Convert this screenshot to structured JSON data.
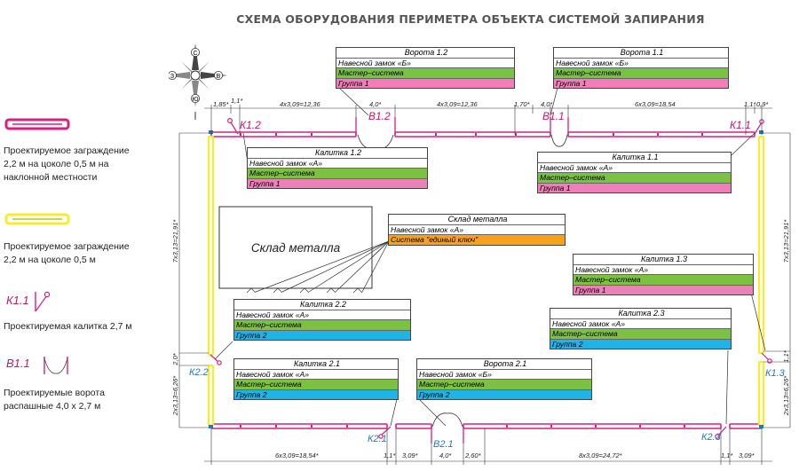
{
  "title": "СХЕМА ОБОРУДОВАНИЯ ПЕРИМЕТРА ОБЪЕКТА СИСТЕМОЙ ЗАПИРАНИЯ",
  "colors": {
    "fence_main": "#d6217f",
    "fence_slope": "#f5ee2b",
    "green": "#7cc242",
    "pink": "#ee7fb7",
    "blue": "#1fb3e8",
    "orange": "#f7a21b",
    "label": "#c2186f",
    "gate_label": "#2377b9"
  },
  "legend": {
    "fence1": "Проектируемое заграждение 2,2 м на цоколе 0,5 м на наклонной местности",
    "fence2": "Проектируемое заграждение 2,2 м на цоколе 0,5 м",
    "wicket_code": "К1.1",
    "wicket": "Проектируемая калитка 2,7 м",
    "gate_code": "В1.1",
    "gate": "Проектируемые ворота распашные 4,0 х 2,7 м"
  },
  "compass": {
    "n": "С",
    "e": "В",
    "s": "Ю",
    "w": "З"
  },
  "building": "Склад металла",
  "fence_labels": {
    "k12": "К1.2",
    "b12": "В1.2",
    "b11": "В1.1",
    "k11": "К1.1",
    "k22": "К2.2",
    "k13": "К1.3",
    "k21": "К2.1",
    "b21": "В2.1",
    "k23": "К2.3"
  },
  "dims": {
    "t1": "1,85*",
    "t2": "1,1*",
    "t3": "4х3,09=12,36",
    "t4": "4,0*",
    "t5": "4х3,09=12,36",
    "t6": "1,70*",
    "t7": "4,0*",
    "t8": "6х3,09=18,54",
    "t9": "1,1*",
    "t10": "0,9*",
    "b1": "6х3,09=18,54*",
    "b2": "1,1*",
    "b3": "3,09*",
    "b4": "4,0*",
    "b5": "2,60*",
    "b6": "8х3,09=24,72*",
    "b7": "1,1*",
    "b8": "3,09*",
    "l1": "7х3,13=21,91*",
    "l2": "2,0*",
    "l3": "2х3,13=6,26*",
    "r1": "7х3,13=21,91*",
    "r2": "1,1*",
    "r3": "2х3,13=6,26*"
  },
  "tables": {
    "vorota12": {
      "title": "Ворота 1.2",
      "lock": "Навесной замок «Б»",
      "sys": "Мастер–система",
      "group": "Группа 1"
    },
    "vorota11": {
      "title": "Ворота 1.1",
      "lock": "Навесной замок «Б»",
      "sys": "Мастер–система",
      "group": "Группа 1"
    },
    "kalitka12": {
      "title": "Калитка 1.2",
      "lock": "Навесной замок «А»",
      "sys": "Мастер–система",
      "group": "Группа 1"
    },
    "kalitka11": {
      "title": "Калитка 1.1",
      "lock": "Навесной замок «А»",
      "sys": "Мастер–система",
      "group": "Группа 1"
    },
    "sklad": {
      "title": "Склад металла",
      "lock": "Навесной замок «А»",
      "sys": "Система \"единый ключ\""
    },
    "kalitka13": {
      "title": "Калитка 1.3",
      "lock": "Навесной замок «А»",
      "sys": "Мастер–система",
      "group": "Группа 1"
    },
    "kalitka22": {
      "title": "Калитка 2.2",
      "lock": "Навесной замок «А»",
      "sys": "Мастер–система",
      "group": "Группа 2"
    },
    "kalitka23": {
      "title": "Калитка 2.3",
      "lock": "Навесной замок «А»",
      "sys": "Мастер–система",
      "group": "Группа 2"
    },
    "kalitka21": {
      "title": "Калитка 2.1",
      "lock": "Навесной замок «А»",
      "sys": "Мастер–система",
      "group": "Группа 2"
    },
    "vorota21": {
      "title": "Ворота 2.1",
      "lock": "Навесной замок «Б»",
      "sys": "Мастер–система",
      "group": "Группа 2"
    }
  }
}
